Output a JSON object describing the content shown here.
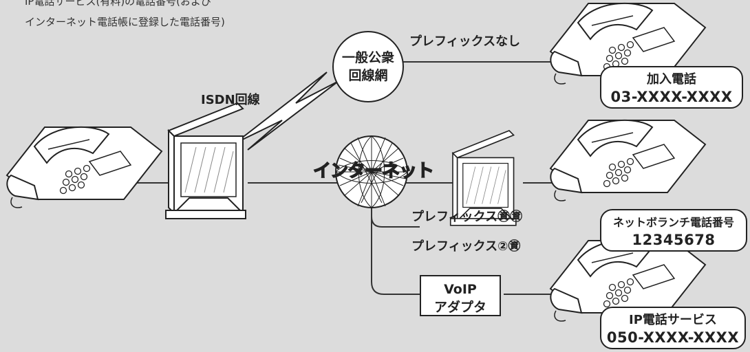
{
  "caption": {
    "line1": "IP電話サービス(有料)の電話番号(および",
    "line2": "インターネット電話帳に登録した電話番号)"
  },
  "network_nodes": {
    "public_network": {
      "line1": "一般公衆",
      "line2": "回線網"
    },
    "internet": "インターネット",
    "voip_adapter": {
      "line1": "VoIP",
      "line2": "アダプタ"
    }
  },
  "connections": {
    "isdn_line": "ISDN回線",
    "prefix_none": "プレフィックスなし",
    "prefix_hash_hash": "プレフィックス㊮㊮",
    "prefix_2_hash": "プレフィックス②㊮"
  },
  "destinations": {
    "subscriber": {
      "title": "加入電話",
      "number": "03-XXXX-XXXX"
    },
    "net_branch": {
      "title": "ネットボランチ電話番号",
      "number": "12345678"
    },
    "ip_phone": {
      "title": "IP電話サービス",
      "number": "050-XXXX-XXXX"
    }
  },
  "colors": {
    "background": "#dcdcdc",
    "line": "#333333",
    "box_fill": "#ffffff"
  }
}
